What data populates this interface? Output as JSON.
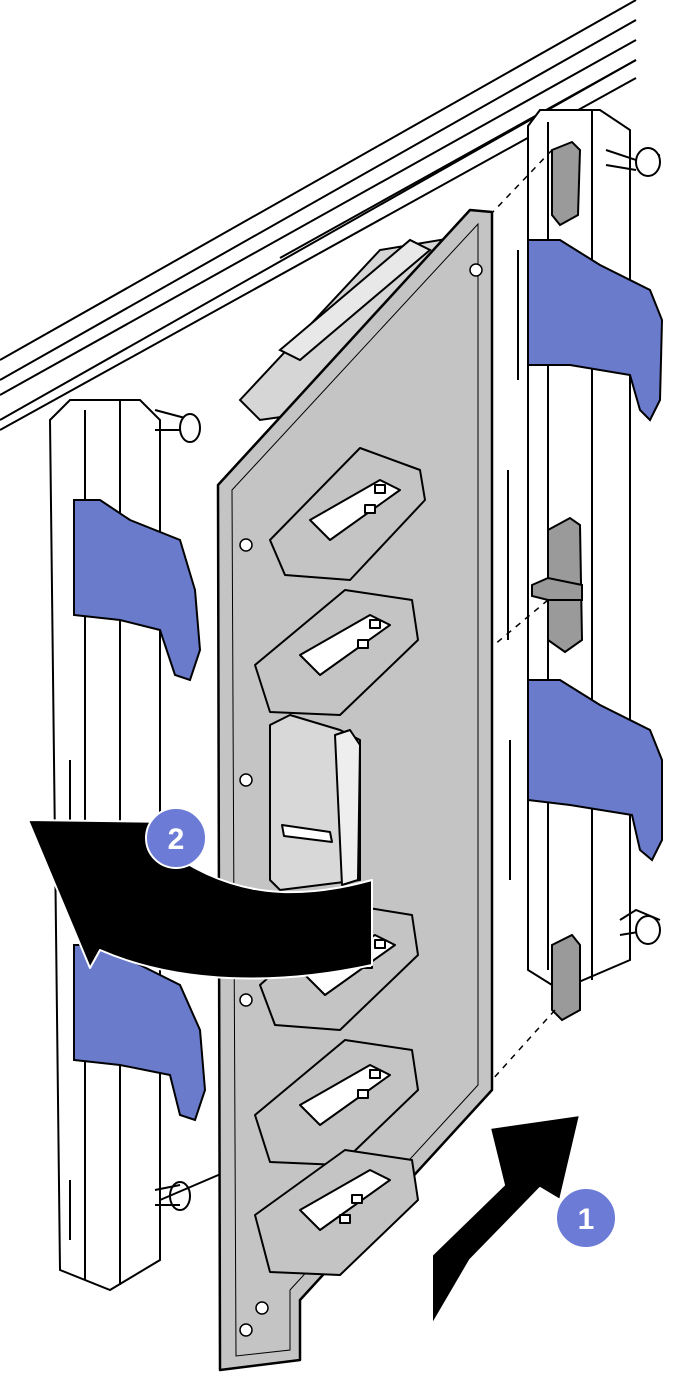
{
  "illustration": {
    "subject": "drive-backplane-installation",
    "colors": {
      "outline": "#000000",
      "backplane": "#c4c4c4",
      "cage": "#ffffff",
      "latch": "#6a7bcc",
      "tab": "#9a9a9a",
      "arrow": "#000000",
      "callout_fill": "#6b7bd6"
    }
  },
  "callouts": [
    {
      "id": "step-1",
      "label": "1"
    },
    {
      "id": "step-2",
      "label": "2"
    }
  ]
}
